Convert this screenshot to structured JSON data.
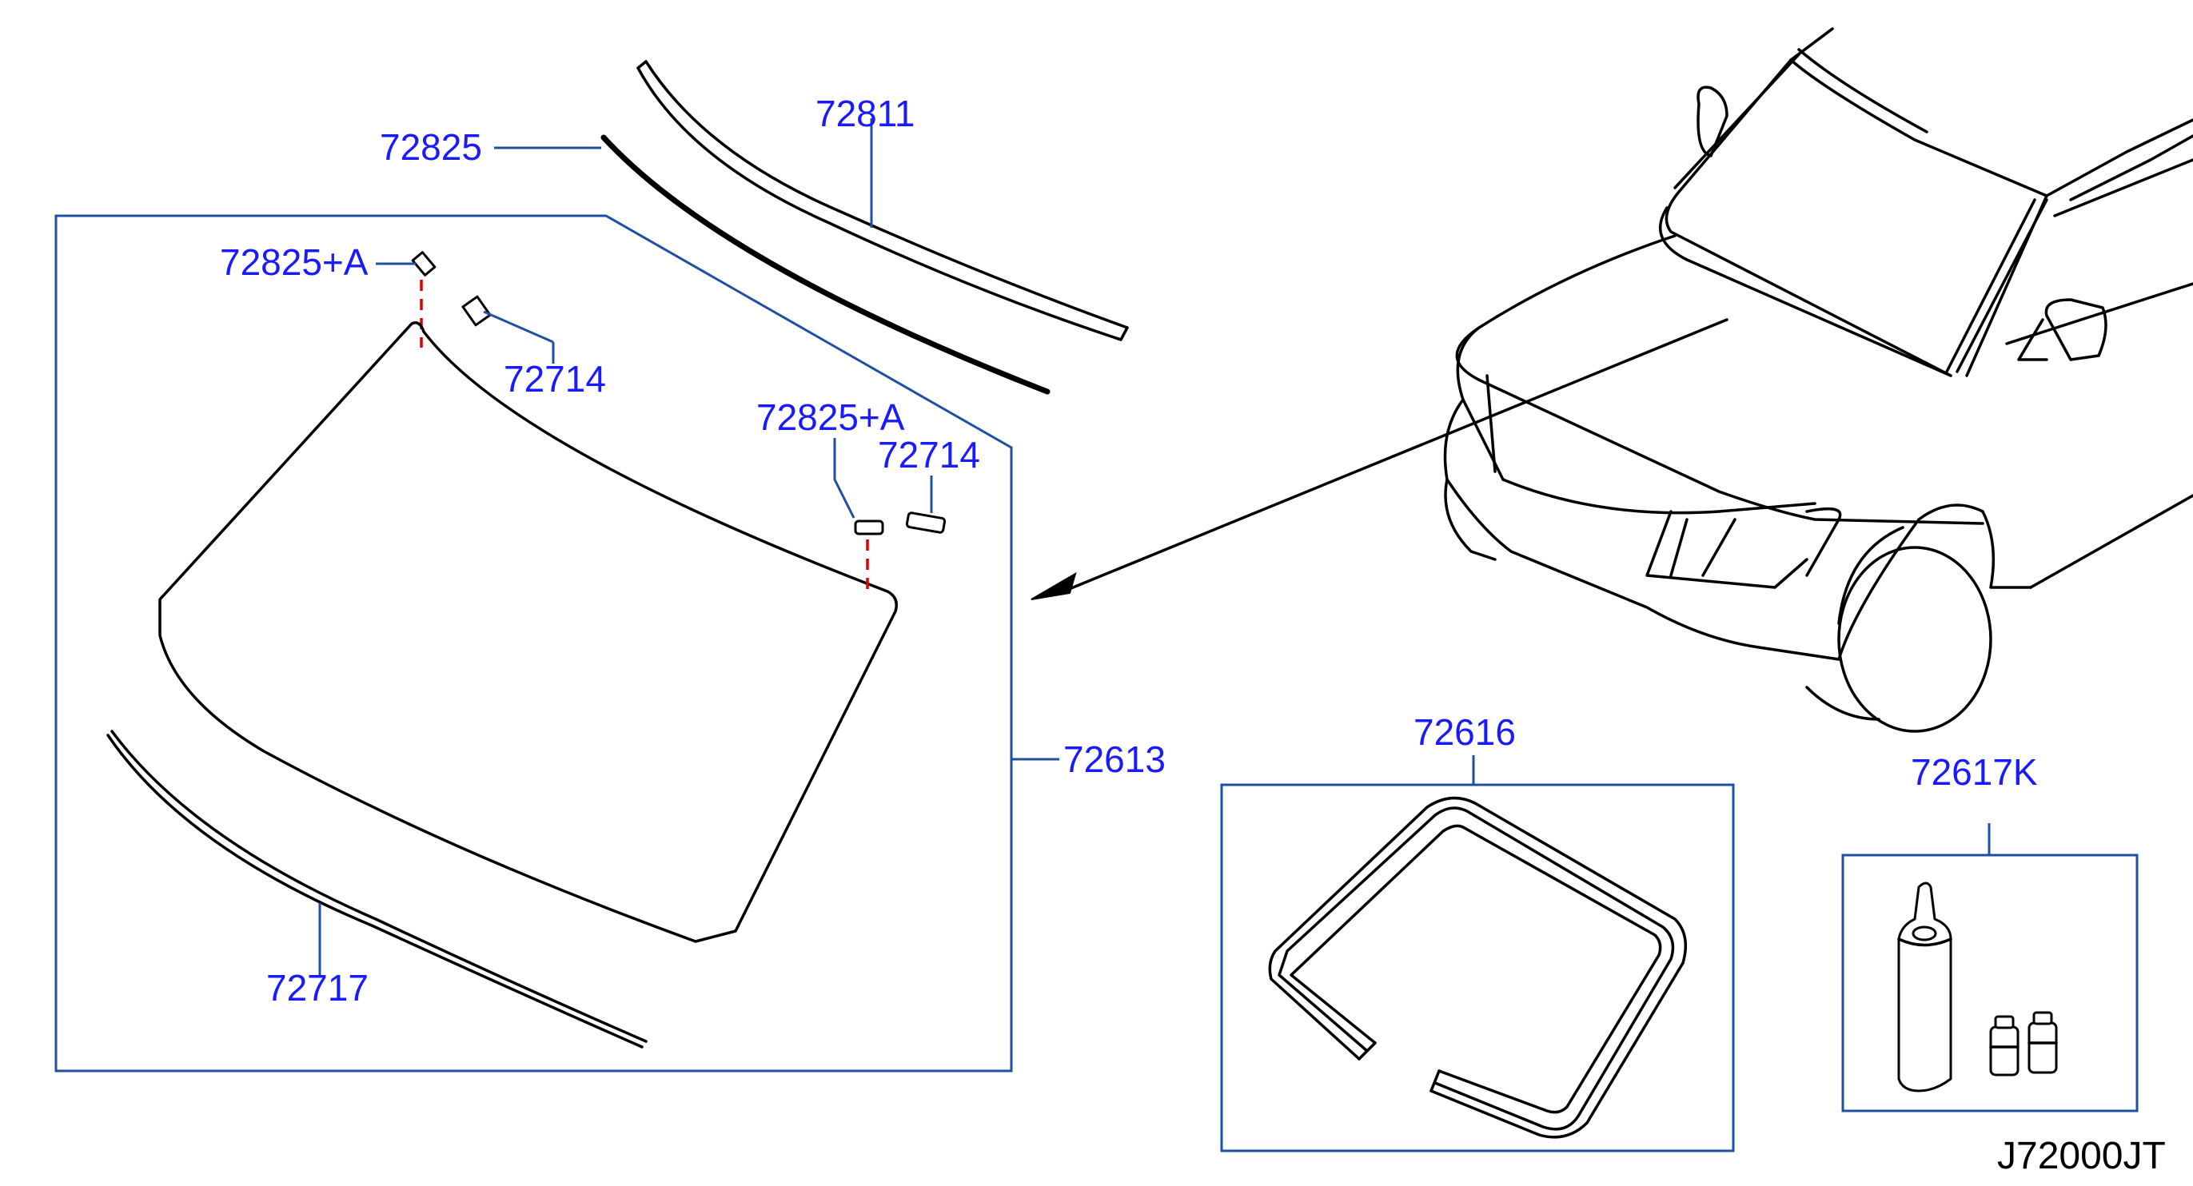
{
  "labels": {
    "moulding_upper": "72825",
    "moulding_molding": "72811",
    "clip_left": "72825+A",
    "clip_right": "72825+A",
    "fastener_left": "72714",
    "fastener_right": "72714",
    "windshield_glass": "72613",
    "lower_molding": "72717",
    "dam_rubber": "72616",
    "sealant_kit": "72617K"
  },
  "diagram_code": "J72000JT",
  "colors": {
    "label": "#1a1aff",
    "leader": "#1f4fa3",
    "hidden_line": "#e00000",
    "linework": "#000000"
  }
}
